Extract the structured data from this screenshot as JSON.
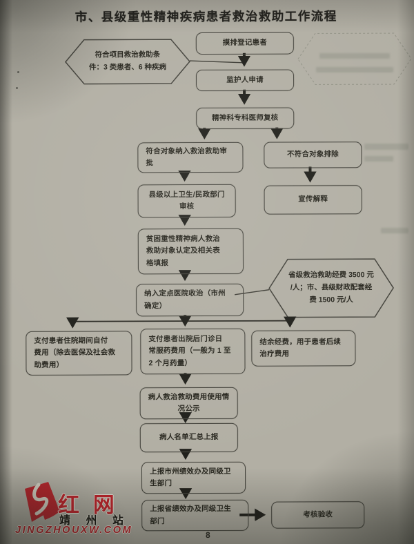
{
  "document": {
    "title": "市、县级重性精神疾病患者救治救助工作流程",
    "page_number": "8"
  },
  "flowchart": {
    "nodes": {
      "register": {
        "lines": [
          "摸排登记患者"
        ]
      },
      "criteria": {
        "lines": [
          "符合项目救治救助条",
          "件：3 类患者、6 种疾病"
        ]
      },
      "guardian_apply": {
        "lines": [
          "监护人申请"
        ]
      },
      "psychiatrist_review": {
        "lines": [
          "精神科专科医师复核"
        ]
      },
      "approve_inclusion": {
        "lines": [
          "符合对象纳入救治救助审",
          "批"
        ]
      },
      "exclude": {
        "lines": [
          "不符合对象排除"
        ]
      },
      "county_review": {
        "lines": [
          "县级以上卫生/民政部门",
          "审核"
        ]
      },
      "publicity_explain": {
        "lines": [
          "宣传解释"
        ]
      },
      "identify_targets": {
        "lines": [
          "贫困重性精神病人救治",
          "救助对象认定及相关表",
          "格填报"
        ]
      },
      "designated_hospital": {
        "lines": [
          "纳入定点医院收治（市州",
          "确定）"
        ]
      },
      "funding_note": {
        "lines": [
          "省级救治救助经费 3500 元",
          "/人；市、县级财政配套经",
          "费 1500 元/人"
        ]
      },
      "pay_inpatient": {
        "lines": [
          "支付患者住院期间自付",
          "费用（除去医保及社会救",
          "助费用）"
        ]
      },
      "pay_outpatient": {
        "lines": [
          "支付患者出院后门诊日",
          "常服药费用（一般为 1 至",
          "2 个月药量）"
        ]
      },
      "surplus_funds": {
        "lines": [
          "结余经费，用于患者后续",
          "治疗费用"
        ]
      },
      "usage_publicity": {
        "lines": [
          "病人救治救助费用使用情",
          "况公示"
        ]
      },
      "report_roster": {
        "lines": [
          "病人名单汇总上报"
        ]
      },
      "report_city": {
        "lines": [
          "上报市州绩效办及同级卫",
          "生部门"
        ]
      },
      "report_province": {
        "lines": [
          "上报省绩效办及同级卫生",
          "部门"
        ]
      },
      "acceptance": {
        "lines": [
          "考核验收"
        ]
      }
    }
  },
  "watermark": {
    "site_name": "红 网",
    "station": "靖 州 站",
    "url": "JINGZHOUXW.COM"
  },
  "colors": {
    "paper": "#b2afa4",
    "ink": "#28271f",
    "box_line": "#45443d",
    "watermark_red": "#c3232b"
  }
}
